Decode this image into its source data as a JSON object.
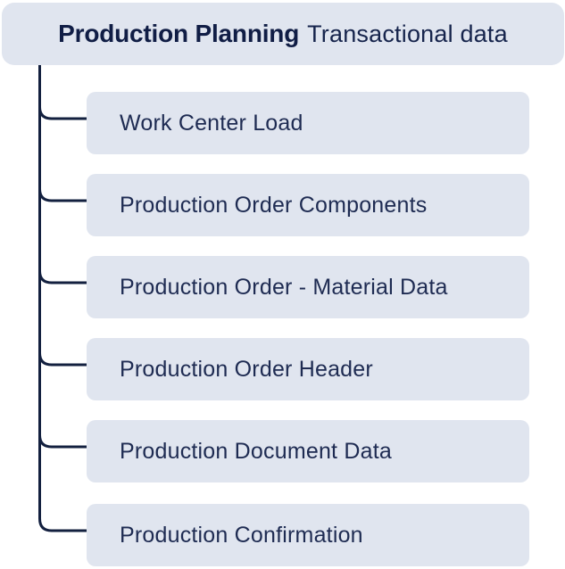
{
  "diagram": {
    "header": {
      "title": "Production Planning",
      "subtitle": "Transactional data"
    },
    "nodes": [
      {
        "label": "Work Center Load"
      },
      {
        "label": "Production Order Components"
      },
      {
        "label": "Production Order - Material Data"
      },
      {
        "label": "Production Order Header"
      },
      {
        "label": "Production Document Data"
      },
      {
        "label": "Production Confirmation"
      }
    ],
    "colors": {
      "node_fill": "#e0e5ef",
      "connector_line": "#13203f",
      "header_title_text": "#101d45",
      "header_subtitle_text": "#16244c",
      "node_text": "#1e2b52",
      "background": "#ffffff"
    }
  }
}
